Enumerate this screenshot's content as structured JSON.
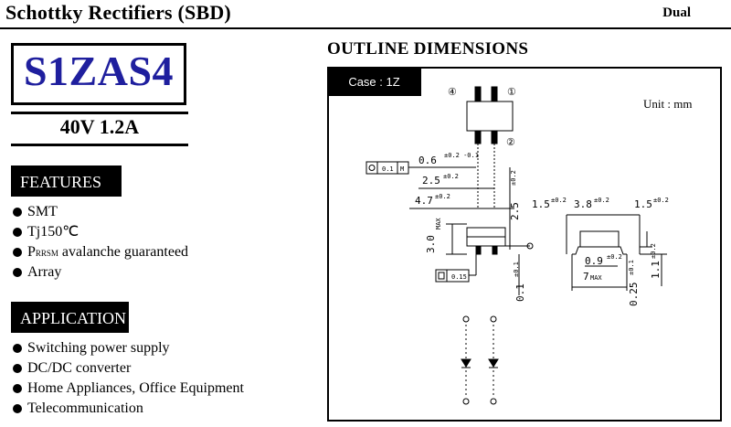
{
  "header": {
    "title": "Schottky Rectifiers (SBD)",
    "configuration": "Dual"
  },
  "part": {
    "number": "S1ZAS4",
    "rating": "40V  1.2A",
    "color": "#1f1f9e"
  },
  "features": {
    "title": "FEATURES",
    "items": [
      {
        "text": "SMT"
      },
      {
        "text": "Tj150℃"
      },
      {
        "prefix": "P",
        "sub": "RRSM",
        "text": " avalanche guaranteed"
      },
      {
        "text": "Array"
      }
    ]
  },
  "application": {
    "title": "APPLICATION",
    "items": [
      "Switching power supply",
      "DC/DC converter",
      "Home Appliances, Office Equipment",
      "Telecommunication"
    ]
  },
  "outline": {
    "title": "OUTLINE DIMENSIONS",
    "case": "Case : 1Z",
    "unit": "Unit : mm",
    "pins": [
      "④",
      "①",
      "②"
    ],
    "dims": {
      "d1": "0.6",
      "d1_tol": "±0.2 -0.1",
      "d2": "2.5",
      "d2_tol": "±0.2",
      "d3": "4.7",
      "d3_tol": "±0.2",
      "d4": "2.5",
      "d4_tol": "±0.2",
      "d5": "3.0",
      "d5_tol": "MAX",
      "d6": "0.1",
      "d6_tol": "±0.1",
      "d7": "1.5",
      "d7_tol": "±0.2",
      "d8": "3.8",
      "d8_tol": "±0.2",
      "d9": "1.5",
      "d9_tol": "±0.2",
      "d10": "0.9",
      "d10_tol": "±0.2",
      "d11": "7",
      "d11_tol": "MAX",
      "d12": "0.25",
      "d12_tol": "±0.1",
      "d13": "1.1",
      "d13_tol": "±0.2",
      "flatness": "0.15",
      "position_tol": "0.1",
      "position_mod": "M"
    }
  }
}
